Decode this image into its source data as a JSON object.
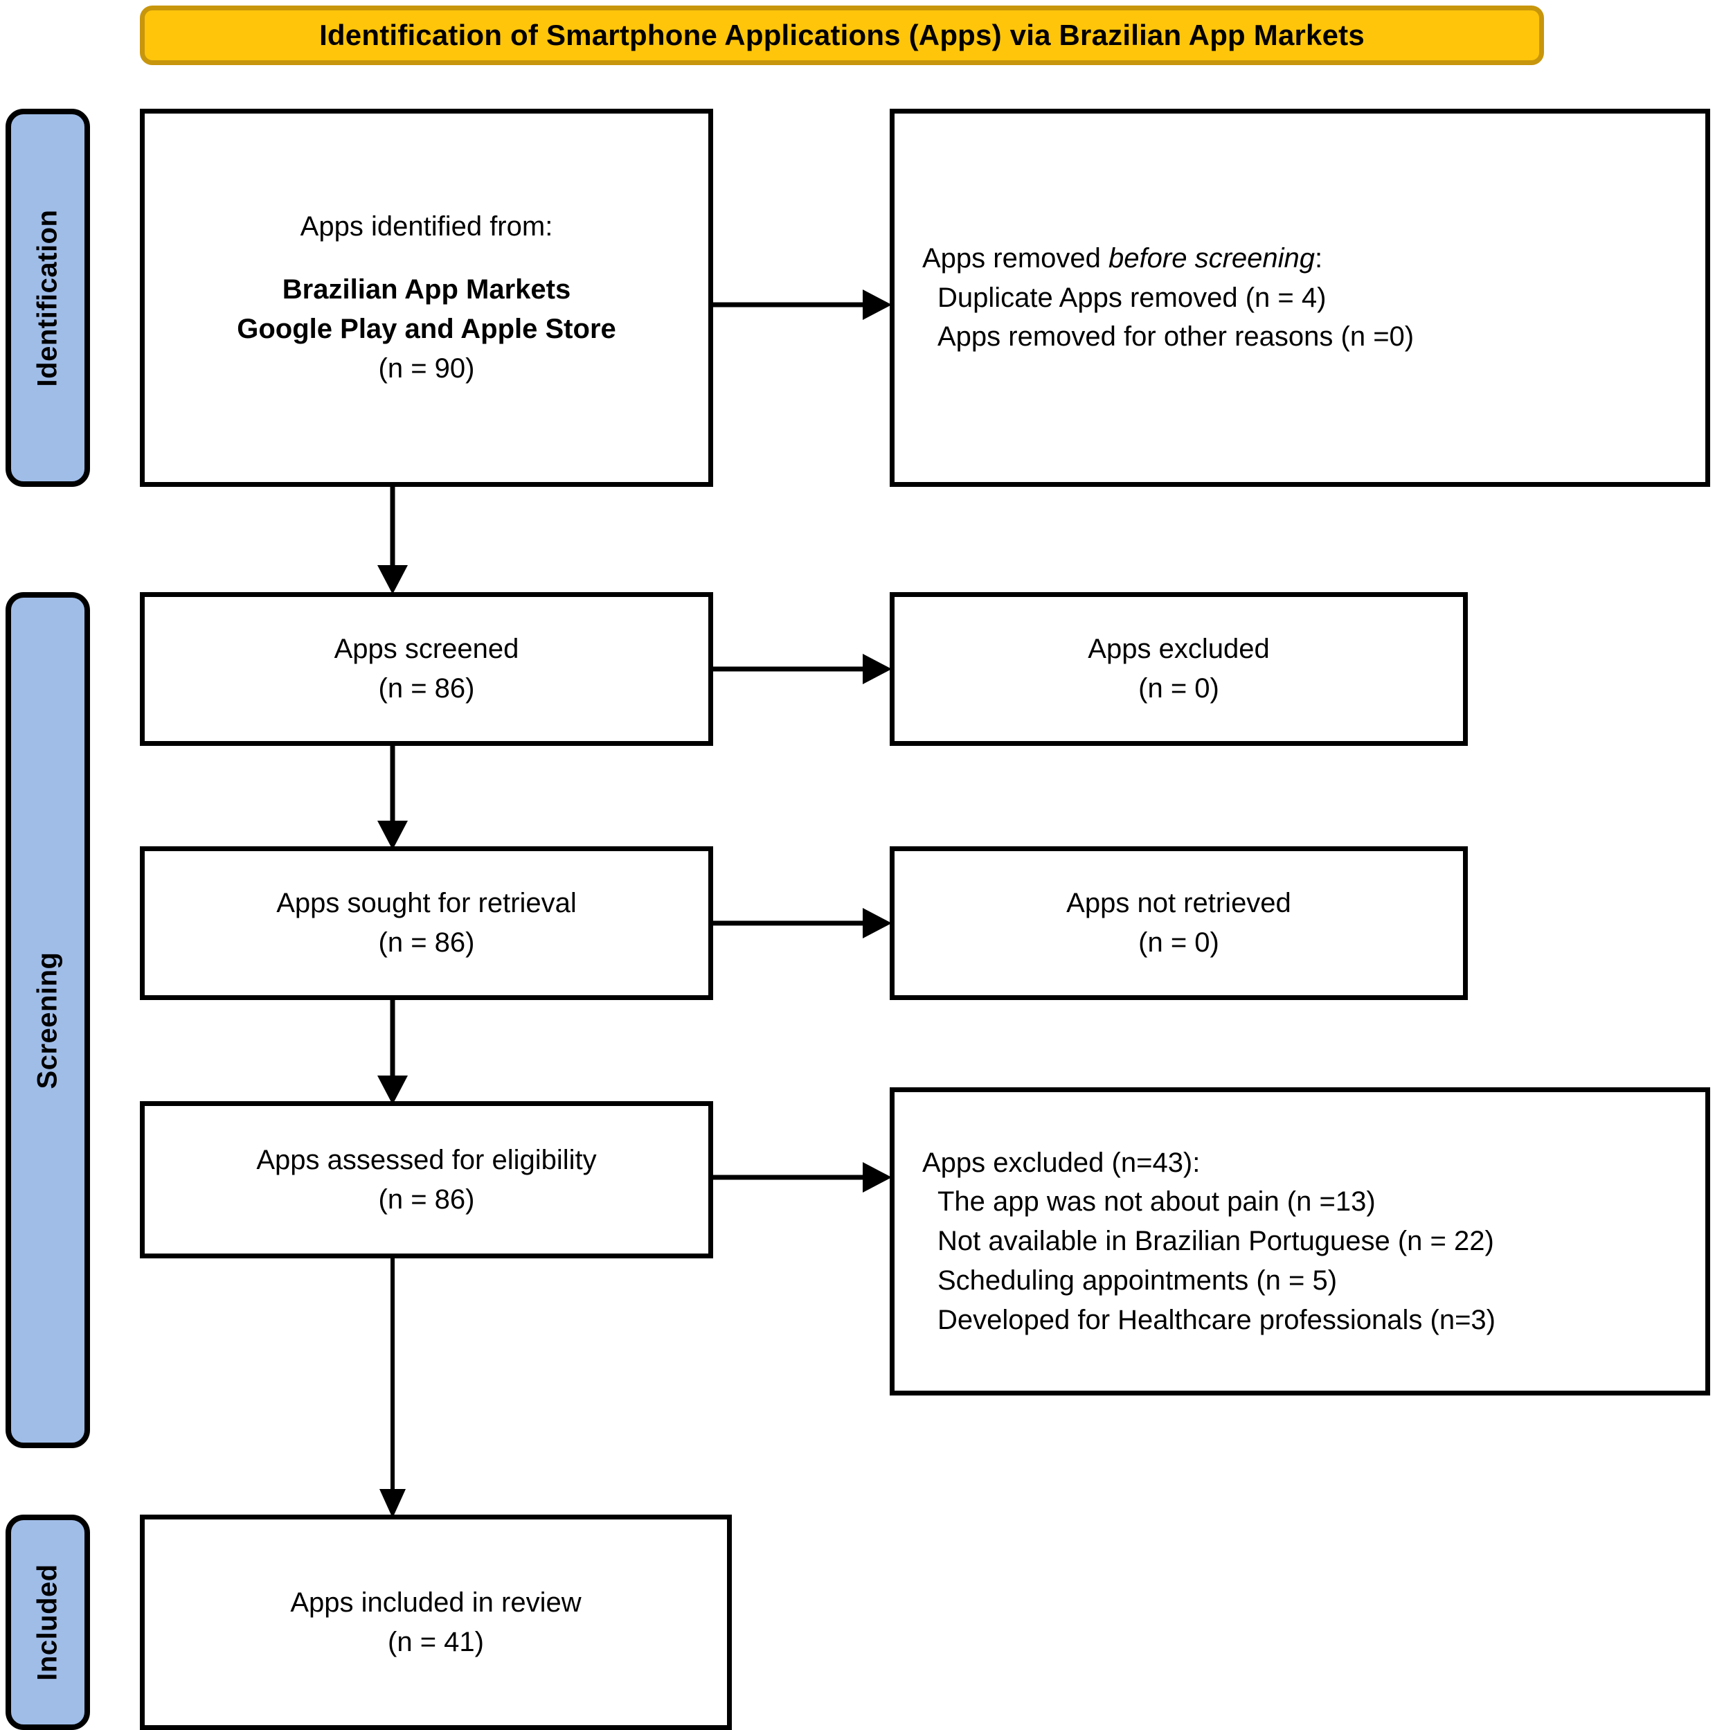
{
  "header": {
    "title": "Identification of Smartphone Applications (Apps) via Brazilian App Markets",
    "fill_color": "#FFC50B",
    "border_color": "#C8960C"
  },
  "phases": {
    "fill_color": "#A0BDE8",
    "identification": "Identification",
    "screening": "Screening",
    "included": "Included"
  },
  "boxes": {
    "identified": {
      "line1": "Apps identified from:",
      "line2": "Brazilian App Markets",
      "line3": "Google Play and Apple Store",
      "line4": "(n = 90)"
    },
    "removed_before_screening": {
      "heading_prefix": "Apps removed ",
      "heading_italic": "before screening",
      "heading_suffix": ":",
      "items": [
        "Duplicate Apps removed (n = 4)",
        "Apps removed for other reasons (n =0)"
      ]
    },
    "screened": {
      "line1": "Apps screened",
      "line2": "(n = 86)"
    },
    "excluded_zero": {
      "line1": "Apps excluded",
      "line2": "(n = 0)"
    },
    "sought_for_retrieval": {
      "line1": "Apps sought for retrieval",
      "line2": "(n = 86)"
    },
    "not_retrieved": {
      "line1": "Apps not retrieved",
      "line2": "(n = 0)"
    },
    "assessed_eligibility": {
      "line1": "Apps assessed for eligibility",
      "line2": "(n = 86)"
    },
    "excluded_reasons": {
      "heading": "Apps excluded (n=43):",
      "items": [
        "The app was not about pain (n =13)",
        "Not available in Brazilian Portuguese (n = 22)",
        "Scheduling appointments (n = 5)",
        "Developed for Healthcare professionals (n=3)"
      ]
    },
    "included_in_review": {
      "line1": "Apps included in review",
      "line2": "(n = 41)"
    }
  },
  "chart_data": {
    "type": "diagram",
    "title": "Identification of Smartphone Applications (Apps) via Brazilian App Markets",
    "diagram_kind": "PRISMA flow diagram",
    "phases": [
      "Identification",
      "Screening",
      "Included"
    ],
    "nodes": [
      {
        "id": "identified",
        "phase": "Identification",
        "label": "Apps identified from: Brazilian App Markets Google Play and Apple Store",
        "n": 90
      },
      {
        "id": "removed_before_screening",
        "phase": "Identification",
        "label": "Apps removed before screening",
        "n": 4,
        "breakdown": [
          {
            "reason": "Duplicate Apps removed",
            "n": 4
          },
          {
            "reason": "Apps removed for other reasons",
            "n": 0
          }
        ]
      },
      {
        "id": "screened",
        "phase": "Screening",
        "label": "Apps screened",
        "n": 86
      },
      {
        "id": "excluded_zero",
        "phase": "Screening",
        "label": "Apps excluded",
        "n": 0
      },
      {
        "id": "sought_for_retrieval",
        "phase": "Screening",
        "label": "Apps sought for retrieval",
        "n": 86
      },
      {
        "id": "not_retrieved",
        "phase": "Screening",
        "label": "Apps not retrieved",
        "n": 0
      },
      {
        "id": "assessed_eligibility",
        "phase": "Screening",
        "label": "Apps assessed for eligibility",
        "n": 86
      },
      {
        "id": "excluded_reasons",
        "phase": "Screening",
        "label": "Apps excluded",
        "n": 43,
        "breakdown": [
          {
            "reason": "The app was not about pain",
            "n": 13
          },
          {
            "reason": "Not available in Brazilian Portuguese",
            "n": 22
          },
          {
            "reason": "Scheduling appointments",
            "n": 5
          },
          {
            "reason": "Developed for Healthcare professionals",
            "n": 3
          }
        ]
      },
      {
        "id": "included_in_review",
        "phase": "Included",
        "label": "Apps included in review",
        "n": 41
      }
    ],
    "edges": [
      {
        "from": "identified",
        "to": "removed_before_screening",
        "direction": "right"
      },
      {
        "from": "identified",
        "to": "screened",
        "direction": "down"
      },
      {
        "from": "screened",
        "to": "excluded_zero",
        "direction": "right"
      },
      {
        "from": "screened",
        "to": "sought_for_retrieval",
        "direction": "down"
      },
      {
        "from": "sought_for_retrieval",
        "to": "not_retrieved",
        "direction": "right"
      },
      {
        "from": "sought_for_retrieval",
        "to": "assessed_eligibility",
        "direction": "down"
      },
      {
        "from": "assessed_eligibility",
        "to": "excluded_reasons",
        "direction": "right"
      },
      {
        "from": "assessed_eligibility",
        "to": "included_in_review",
        "direction": "down"
      }
    ]
  }
}
